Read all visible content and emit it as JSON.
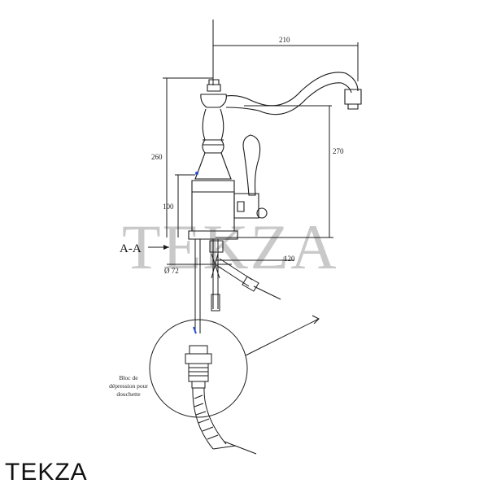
{
  "dimensions": {
    "total_reach": "210",
    "total_height": "270",
    "body_height": "260",
    "base_height": "100",
    "lever_offset": "120",
    "base_diameter": "Ø 72"
  },
  "section_label": "A-A",
  "detail_note": [
    "Bloc de",
    "dépression pour",
    "douchette"
  ],
  "watermark": "TEKZA",
  "brand": "TEKZA",
  "colors": {
    "line": "#1a1a1a",
    "watermark": "#c9c9c9",
    "accent": "#2a4fd6"
  }
}
